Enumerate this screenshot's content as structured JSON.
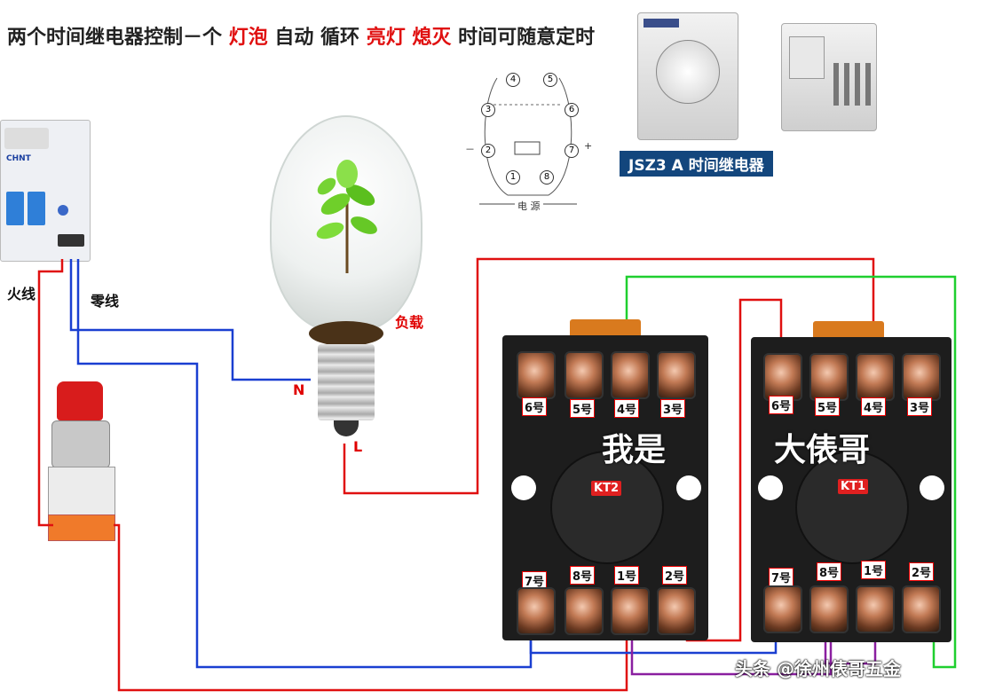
{
  "title": {
    "part1": "两个时间继电器控制－个",
    "part2": "灯泡",
    "part3": "自动 循环",
    "part4": "亮灯 熄灭",
    "part5": "时间可随意定时"
  },
  "breaker": {
    "brand": "CHNT"
  },
  "labels": {
    "live": "火线",
    "neutral": "零线",
    "load": "负载",
    "n": "N",
    "l": "L"
  },
  "relay_caption": "JSZ3 A 时间继电器",
  "pin_diagram": {
    "pins": [
      "4",
      "5",
      "3",
      "6",
      "2",
      "7",
      "1",
      "8"
    ],
    "minus": "－",
    "plus": "+",
    "supply": "电 源"
  },
  "kt2": {
    "name": "KT2",
    "top_pins": [
      "6号",
      "5号",
      "4号",
      "3号"
    ],
    "bottom_pins": [
      "7号",
      "8号",
      "1号",
      "2号"
    ],
    "overlay": "我是"
  },
  "kt1": {
    "name": "KT1",
    "top_pins": [
      "6号",
      "5号",
      "4号",
      "3号"
    ],
    "bottom_pins": [
      "7号",
      "8号",
      "1号",
      "2号"
    ],
    "overlay": "大俵哥"
  },
  "footer": "头条 @徐州俵哥五金",
  "colors": {
    "live_wire": "#e01010",
    "neutral_wire": "#1a3fd1",
    "green_wire": "#1fcf2f",
    "purple_wire": "#8a1fa0",
    "relay_caption_bg": "#13467d"
  }
}
